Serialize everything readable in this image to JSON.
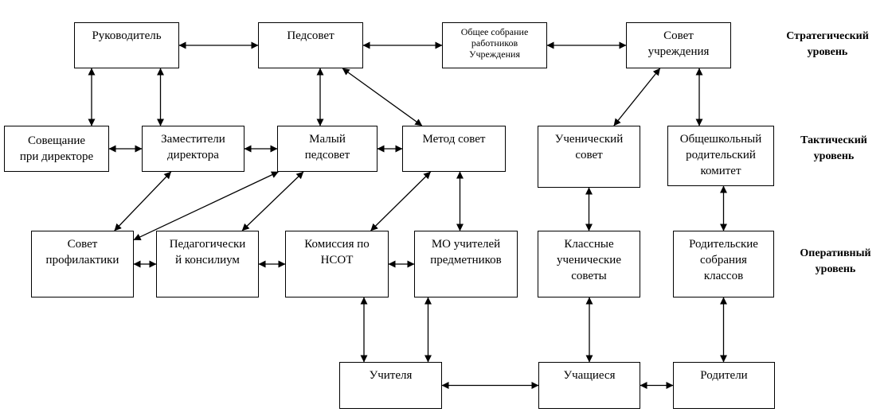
{
  "nodes": {
    "rukovoditel": [
      "Руководитель"
    ],
    "pedsovet": [
      "Педсовет"
    ],
    "obshee": [
      "Общее собрание",
      "работников",
      "Учреждения"
    ],
    "sovet_uchr": [
      "Совет",
      "учреждения"
    ],
    "soveshanie": [
      "Совещание",
      "при директоре"
    ],
    "zam": [
      "Заместители",
      "директора"
    ],
    "malyi": [
      "Малый",
      "педсовет"
    ],
    "metod": [
      "Метод совет"
    ],
    "uch_sovet": [
      "Ученический",
      "совет"
    ],
    "rod_komitet": [
      "Общешкольный",
      "родительский",
      "комитет"
    ],
    "profil": [
      "Совет",
      "профилактики"
    ],
    "konsilium": [
      "Педагогически",
      "й консилиум"
    ],
    "nsot": [
      "Комиссия по",
      "НСОТ"
    ],
    "mo": [
      "МО учителей",
      "предметников"
    ],
    "klass_sovety": [
      "Классные",
      "ученические",
      "советы"
    ],
    "rod_sobr": [
      "Родительские",
      "собрания",
      "классов"
    ],
    "uchitelya": [
      "Учителя"
    ],
    "uchashiesya": [
      "Учащиеся"
    ],
    "roditeli": [
      "Родители"
    ]
  },
  "levels": {
    "strategic": [
      "Стратегический",
      "уровень"
    ],
    "tactical": [
      "Тактический",
      "уровень"
    ],
    "operative": [
      "Оперативный",
      "уровень"
    ]
  },
  "edges": [
    [
      "rukovoditel",
      "pedsovet"
    ],
    [
      "pedsovet",
      "obshee"
    ],
    [
      "obshee",
      "sovet_uchr"
    ],
    [
      "rukovoditel",
      "soveshanie"
    ],
    [
      "rukovoditel",
      "zam"
    ],
    [
      "pedsovet",
      "malyi"
    ],
    [
      "pedsovet",
      "metod"
    ],
    [
      "sovet_uchr",
      "uch_sovet"
    ],
    [
      "sovet_uchr",
      "rod_komitet"
    ],
    [
      "soveshanie",
      "zam"
    ],
    [
      "zam",
      "malyi"
    ],
    [
      "malyi",
      "metod"
    ],
    [
      "zam",
      "profil"
    ],
    [
      "malyi",
      "profil"
    ],
    [
      "malyi",
      "konsilium"
    ],
    [
      "metod",
      "nsot"
    ],
    [
      "metod",
      "mo"
    ],
    [
      "uch_sovet",
      "klass_sovety"
    ],
    [
      "rod_komitet",
      "rod_sobr"
    ],
    [
      "profil",
      "konsilium"
    ],
    [
      "konsilium",
      "nsot"
    ],
    [
      "nsot",
      "mo"
    ],
    [
      "nsot",
      "uchitelya"
    ],
    [
      "mo",
      "uchitelya"
    ],
    [
      "klass_sovety",
      "uchashiesya"
    ],
    [
      "rod_sobr",
      "roditeli"
    ],
    [
      "uchitelya",
      "uchashiesya"
    ],
    [
      "uchashiesya",
      "roditeli"
    ]
  ]
}
